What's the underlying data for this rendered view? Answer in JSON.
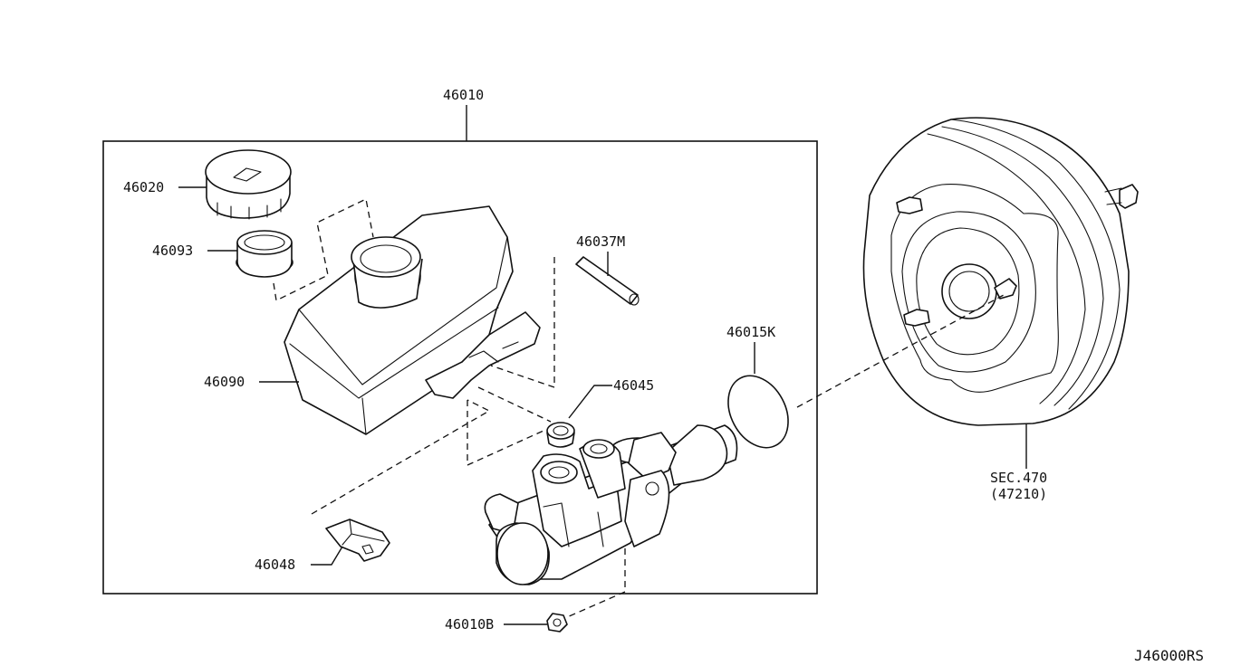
{
  "labels": {
    "assembly": "46010",
    "cap": "46020",
    "strainer": "46093",
    "pin": "46037M",
    "reservoir": "46090",
    "oring": "46015K",
    "grommet": "46045",
    "sensor": "46048",
    "nut": "46010B",
    "booster_sec": "SEC.470",
    "booster_ref": "(47210)",
    "diagram_code": "J46000RS"
  }
}
